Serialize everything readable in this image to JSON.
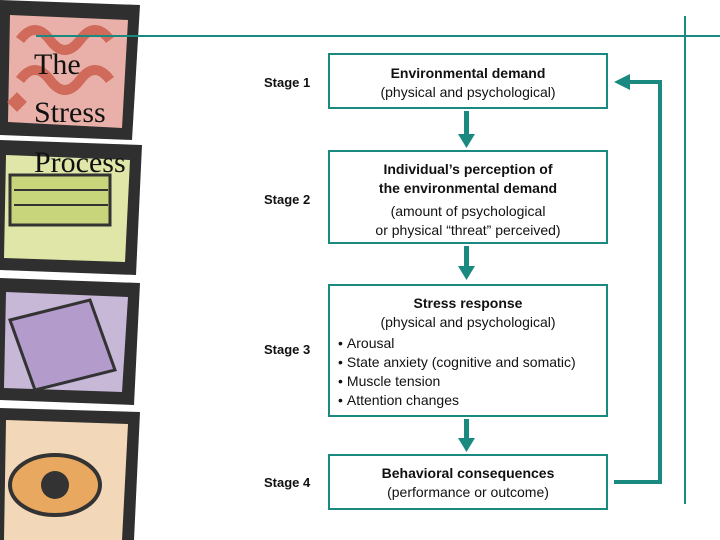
{
  "title_lines": [
    "The",
    "Stress",
    "Process"
  ],
  "stages": [
    {
      "label": "Stage 1",
      "heading": [
        "Environmental demand"
      ],
      "sub": [
        "(physical and psychological)"
      ],
      "bullets": []
    },
    {
      "label": "Stage 2",
      "heading": [
        "Individual’s perception of",
        "the environmental demand"
      ],
      "sub": [
        "(amount of psychological",
        "or physical “threat” perceived)"
      ],
      "bullets": []
    },
    {
      "label": "Stage 3",
      "heading": [
        "Stress response"
      ],
      "sub": [
        "(physical and psychological)"
      ],
      "bullets": [
        "Arousal",
        "State anxiety (cognitive and somatic)",
        "Muscle tension",
        "Attention changes"
      ]
    },
    {
      "label": "Stage 4",
      "heading": [
        "Behavioral consequences"
      ],
      "sub": [
        "(performance or outcome)"
      ],
      "bullets": []
    }
  ],
  "colors": {
    "accent": "#1a8a80",
    "text": "#111111"
  }
}
